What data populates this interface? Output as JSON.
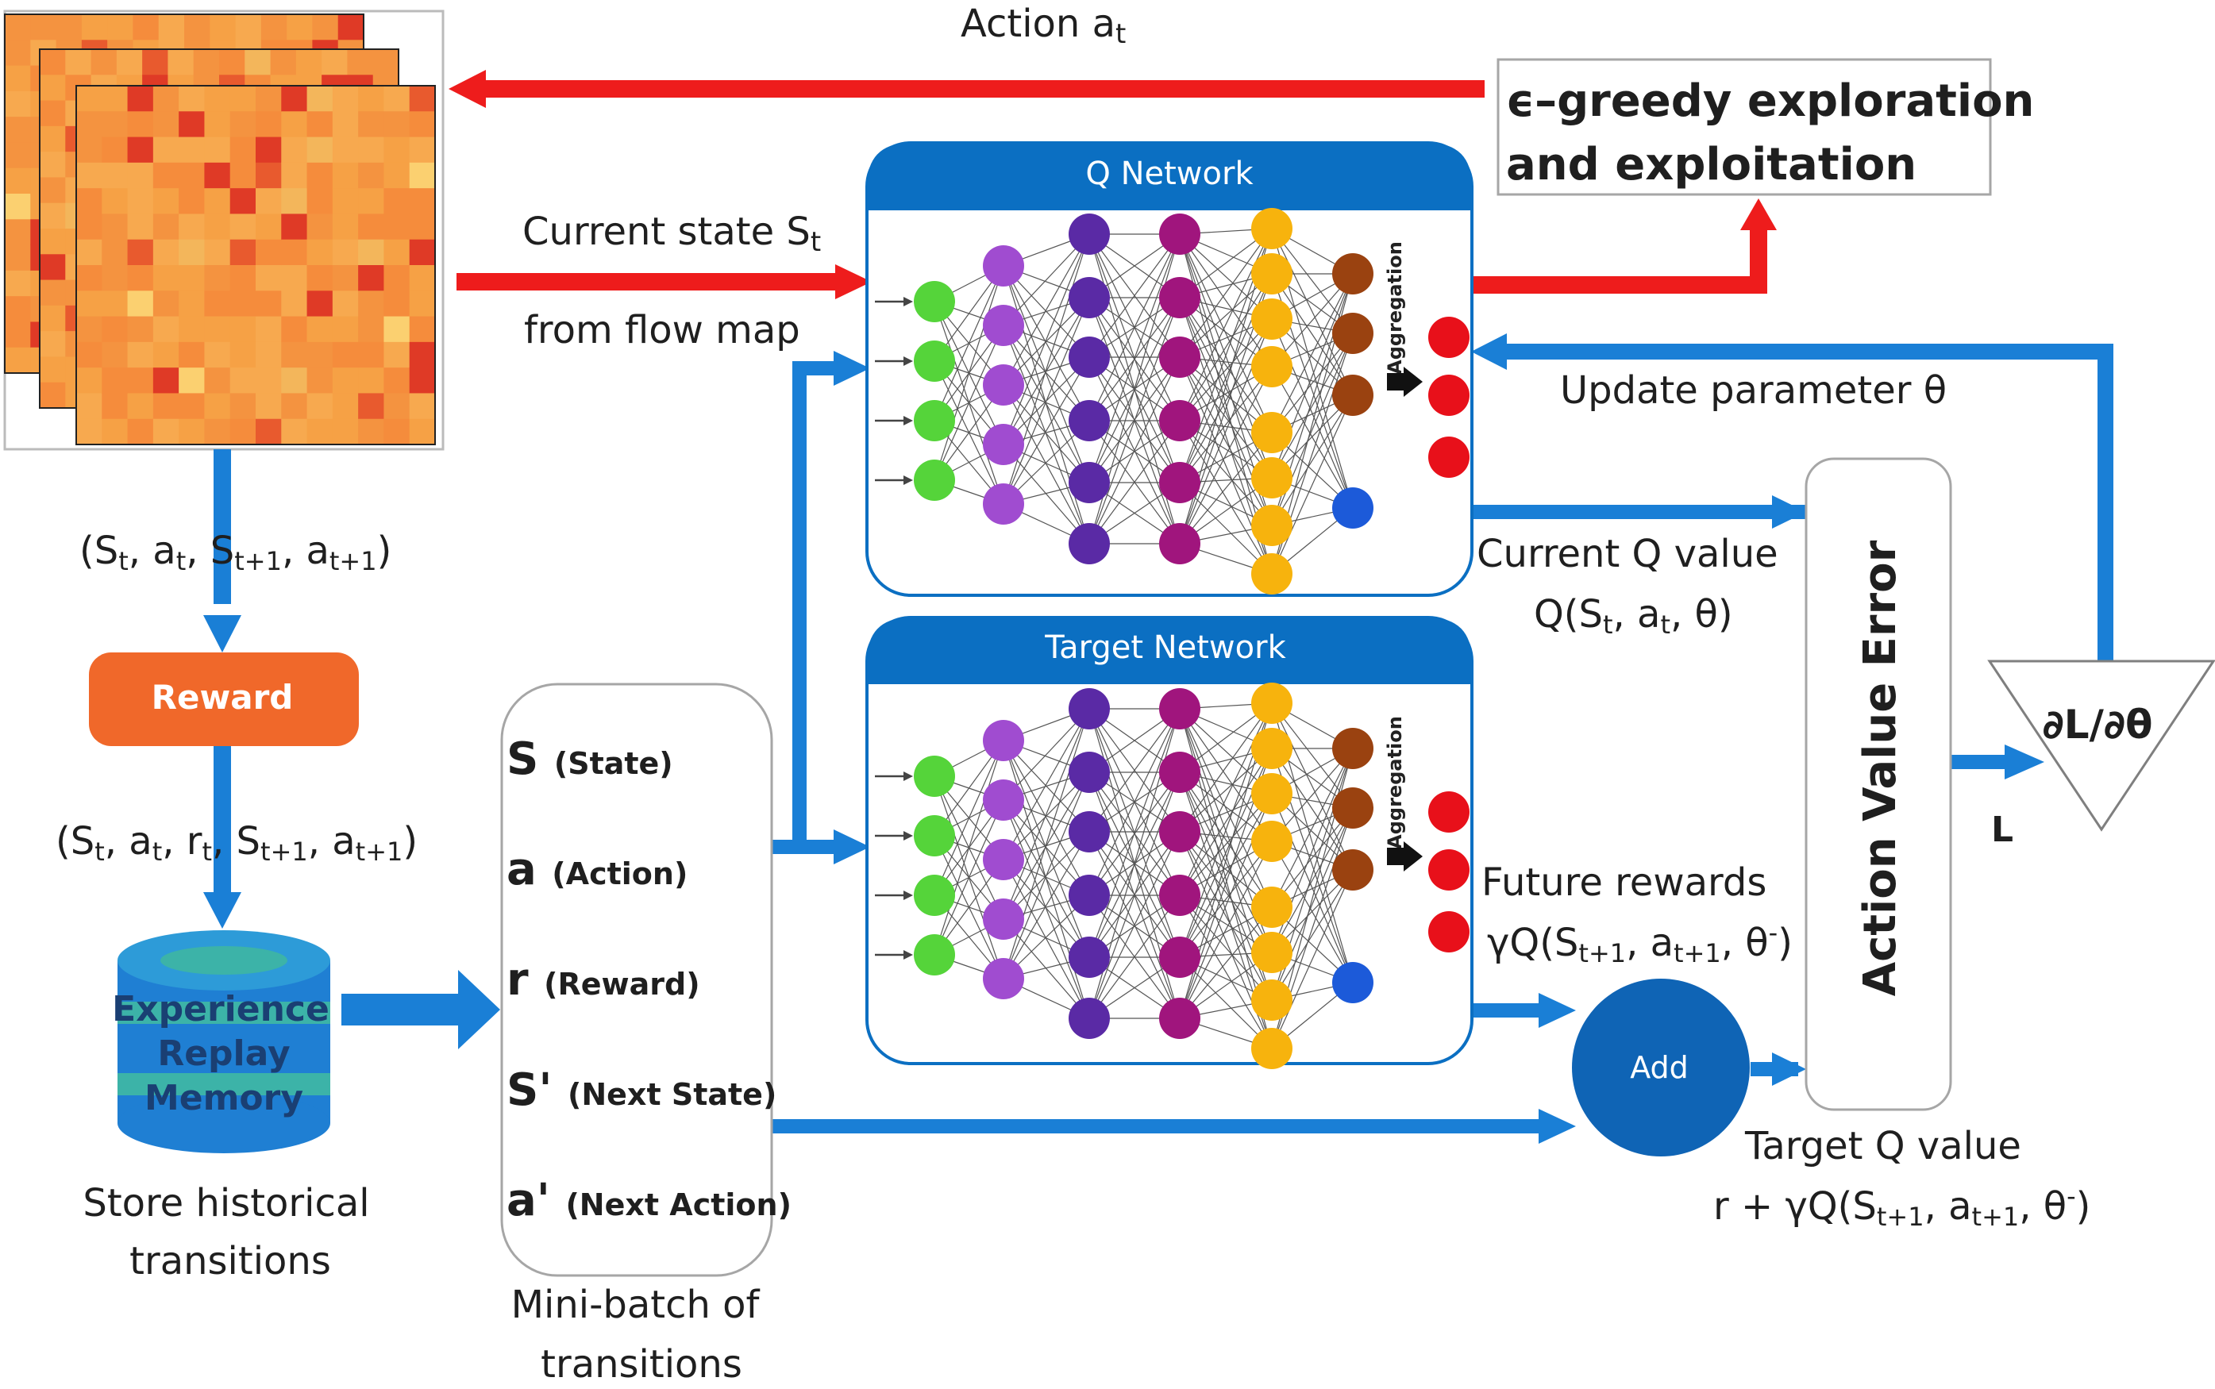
{
  "labels": {
    "action_at": "Action a",
    "action_sub": "t",
    "epsilon_line1": "ϵ–greedy exploration",
    "epsilon_line2": "and exploitation",
    "current_state": "Current state S",
    "current_state_sub": "t",
    "from_flow_map": "from flow map",
    "q_network": "Q Network",
    "target_network": "Target Network",
    "aggregation": "Aggregation",
    "update_parameter": "Update parameter θ",
    "current_q_value": "Current Q value",
    "q_expr": "Q(St, at, θ)",
    "action_value_error": "Action Value Error",
    "dl_dtheta": "∂L/∂θ",
    "loss": "L",
    "tuple_top": "(St, at, St+1, at+1)",
    "reward": "Reward",
    "tuple_bottom": "(St, at, rt, St+1, at+1)",
    "memory_line1": "Experience",
    "memory_line2": "Replay",
    "memory_line3": "Memory",
    "store_line1": "Store historical",
    "store_line2": "transitions",
    "minibatch": [
      {
        "symbol": "S",
        "desc": "(State)"
      },
      {
        "symbol": "a",
        "desc": "(Action)"
      },
      {
        "symbol": "r",
        "desc": "(Reward)"
      },
      {
        "symbol": "S'",
        "desc": "(Next State)"
      },
      {
        "symbol": "a'",
        "desc": "(Next Action)"
      }
    ],
    "minibatch_caption_line1": "Mini-batch of",
    "minibatch_caption_line2": "transitions",
    "future_rewards": "Future rewards",
    "future_expr": "γQ(St+1, at+1, θ-)",
    "add": "Add",
    "target_q_value": "Target Q value",
    "target_expr": "r + γQ(St+1, at+1, θ-)"
  },
  "colors": {
    "red_arrow": "#ee1c1c",
    "blue_arrow": "#1a7fd6",
    "network_header": "#0b6fc2",
    "reward_box": "#f0682a",
    "memory_top": "#2d9bd8",
    "memory_band": "#3cb3a8",
    "add_circle": "#0f64b5",
    "heatmap_base": "#f6a145",
    "node_green": "#55d43a",
    "node_lavender": "#a04cd0",
    "node_indigo": "#5a2aa5",
    "node_purple": "#a0157d",
    "node_yellow": "#f7b30d",
    "node_brown": "#9a4210",
    "node_blue": "#1c5ad9",
    "node_red": "#e8101a"
  }
}
